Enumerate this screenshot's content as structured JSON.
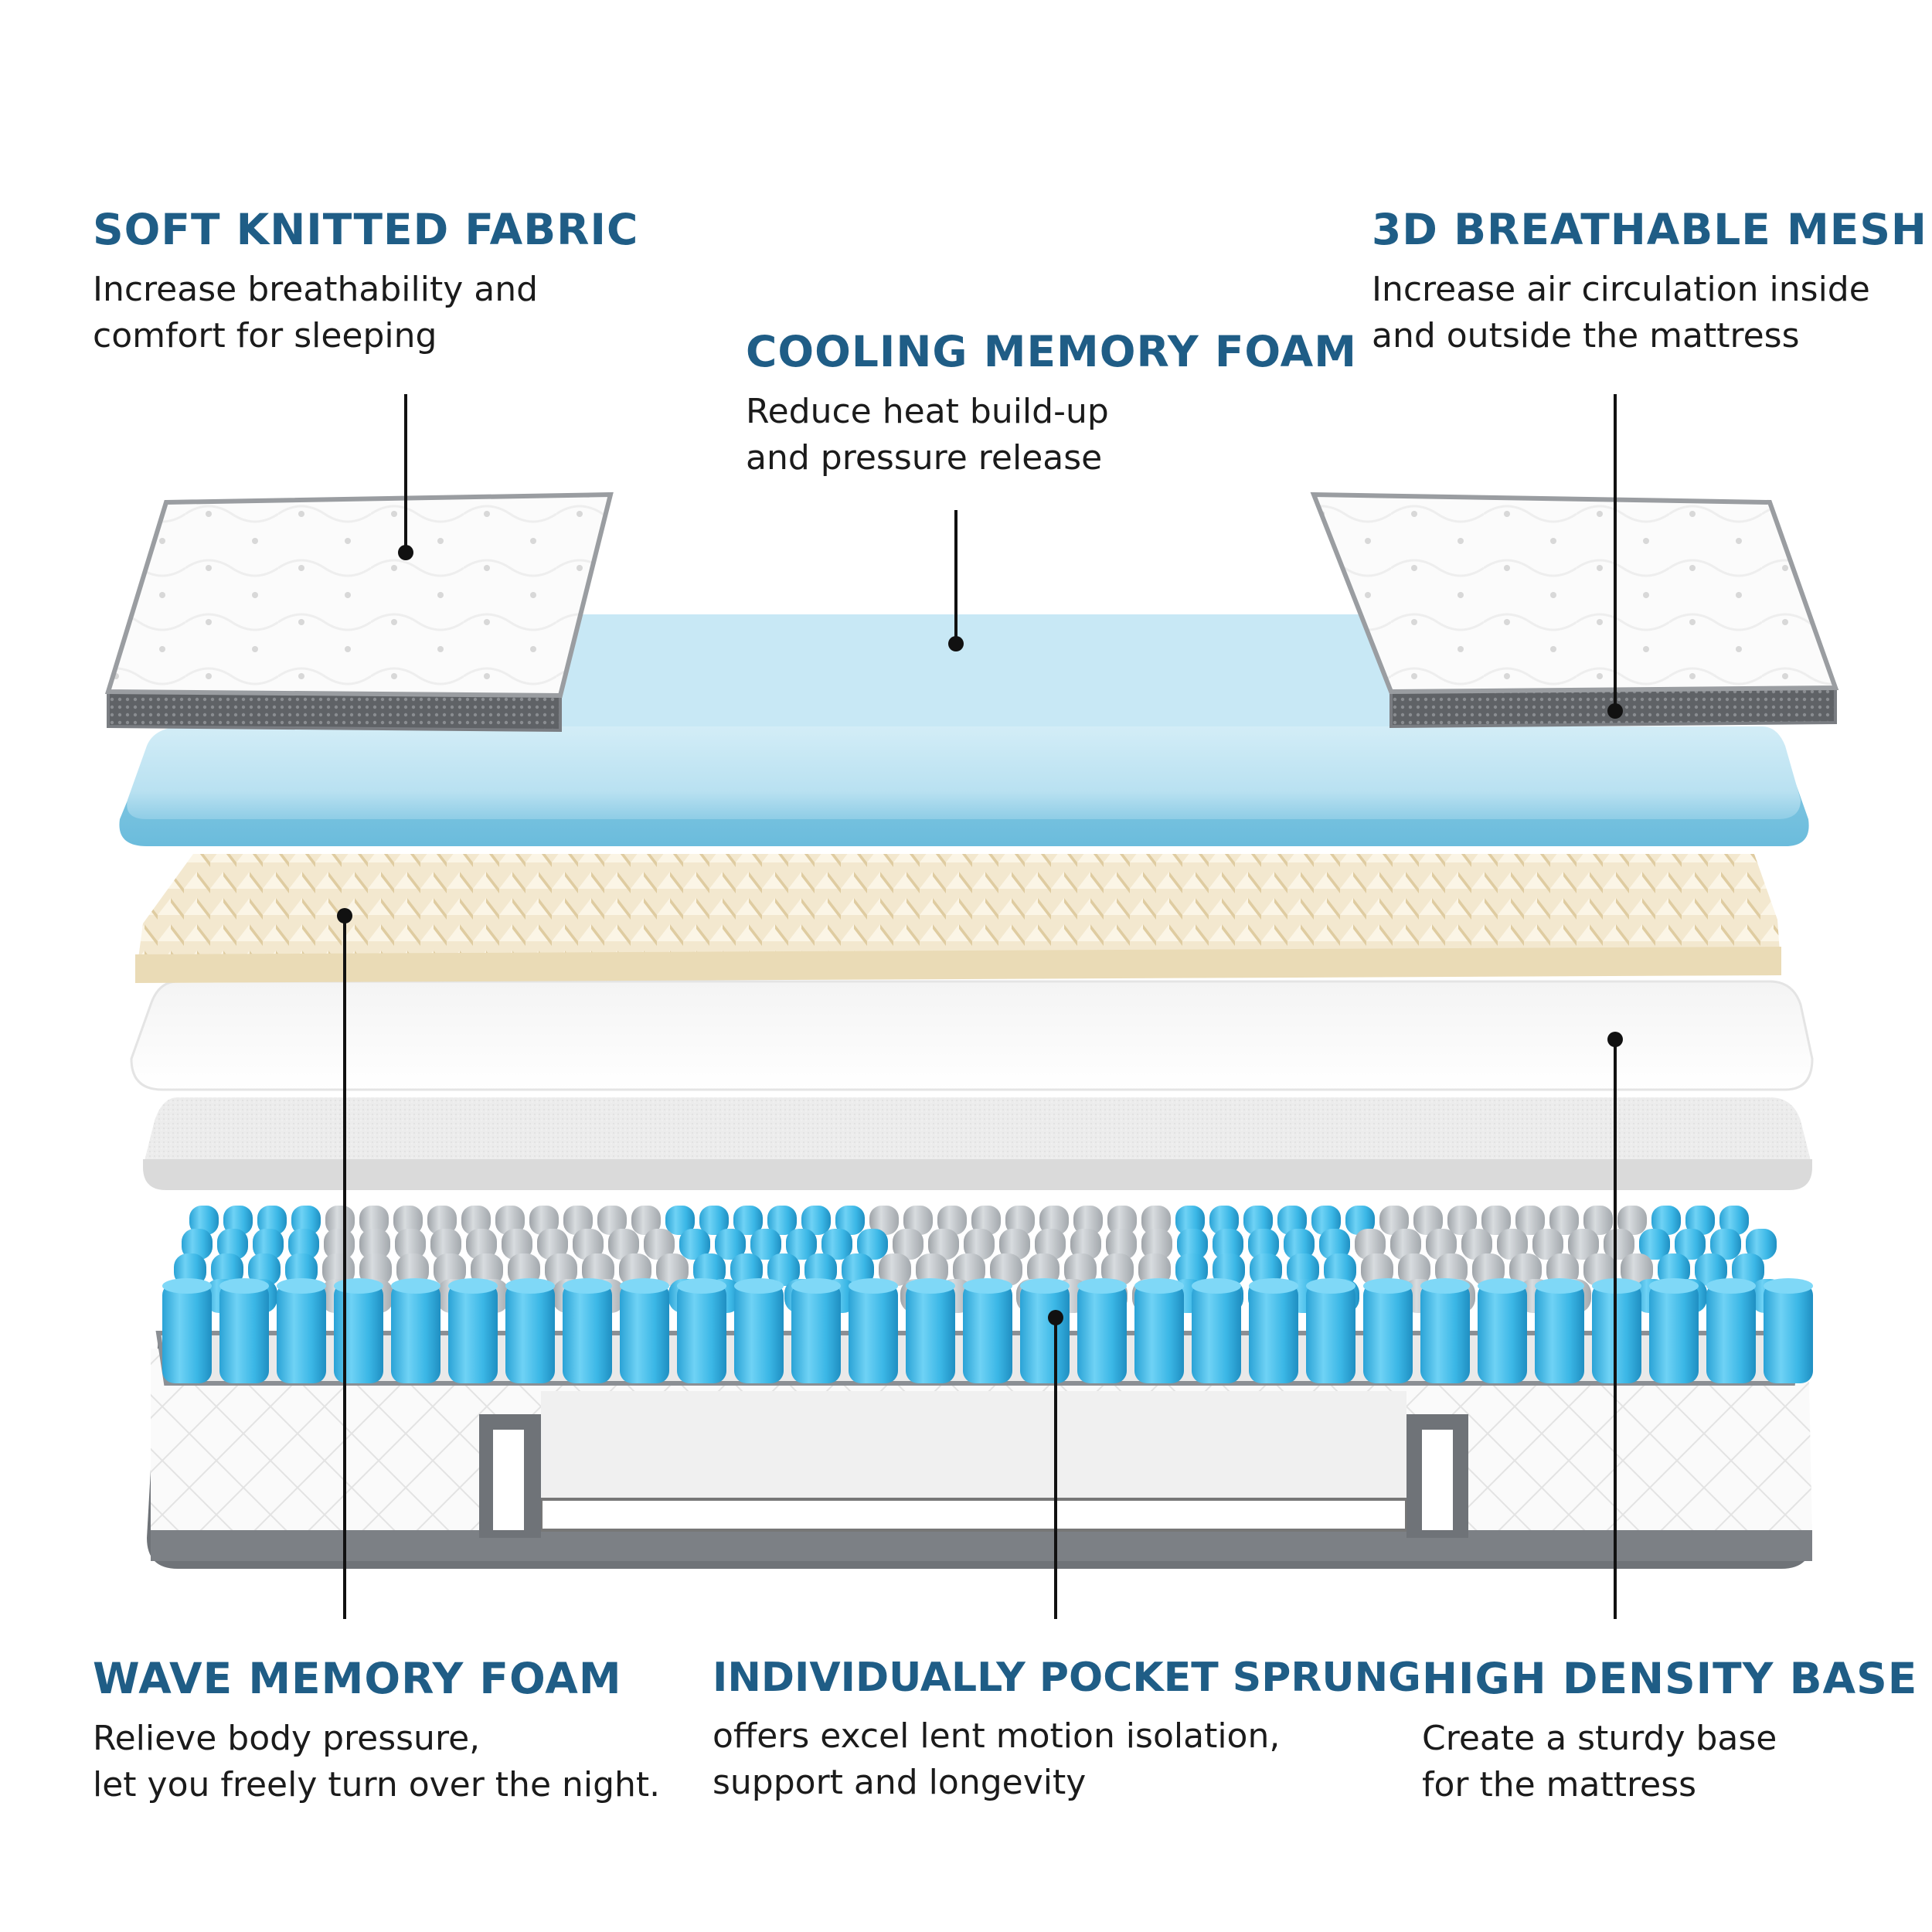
{
  "callouts": {
    "soft_knitted_fabric": {
      "title": "SOFT KNITTED FABRIC",
      "lines": [
        "Increase breathability and",
        "comfort for sleeping"
      ]
    },
    "cooling_memory_foam": {
      "title": "COOLING MEMORY FOAM",
      "lines": [
        "Reduce heat build-up",
        "and pressure release"
      ]
    },
    "breathable_mesh": {
      "title": "3D BREATHABLE MESH",
      "lines": [
        "Increase air circulation inside",
        "and outside the mattress"
      ]
    },
    "wave_memory_foam": {
      "title": "WAVE MEMORY FOAM",
      "lines": [
        "Relieve body pressure,",
        "let you freely turn over the night."
      ]
    },
    "pocket_sprung": {
      "title": "INDIVIDUALLY POCKET SPRUNG",
      "lines": [
        "offers excel lent motion isolation,",
        "support and longevity"
      ]
    },
    "high_density_base": {
      "title": "HIGH DENSITY BASE",
      "lines": [
        "Create a sturdy base",
        "for the mattress"
      ]
    }
  },
  "colors": {
    "heading": "#1f5d86",
    "body_text": "#1b1b1b",
    "cooling_foam": "#bfe4f2",
    "wave_foam": "#f2e6cc",
    "springs_blue": "#3fb6e3",
    "springs_gray": "#b8bdc2",
    "mesh_gray": "#6b6e72"
  }
}
